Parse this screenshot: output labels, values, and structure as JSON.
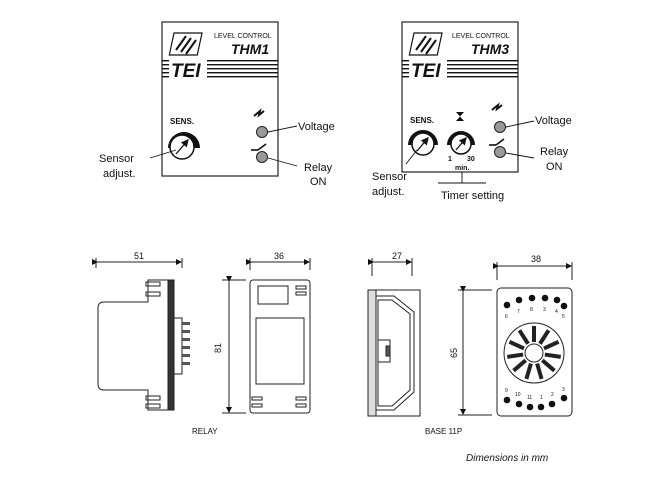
{
  "thm1": {
    "level_control": "LEVEL CONTROL",
    "model": "THM1",
    "brand": "TEI",
    "sens": "SENS.",
    "voltage": "Voltage",
    "relay_on": [
      "Relay",
      "ON"
    ],
    "sensor_adjust": [
      "Sensor",
      "adjust."
    ]
  },
  "thm3": {
    "level_control": "LEVEL CONTROL",
    "model": "THM3",
    "brand": "TEI",
    "sens": "SENS.",
    "timer_min": "1",
    "timer_max": "30",
    "timer_unit": "min.",
    "voltage": "Voltage",
    "relay_on": [
      "Relay",
      "ON"
    ],
    "sensor_adjust": [
      "Sensor",
      "adjust."
    ],
    "timer_setting": "Timer setting"
  },
  "relay_drawing": {
    "dim_width": "51",
    "dim_depth": "36",
    "dim_height": "81",
    "label": "RELAY"
  },
  "base_drawing": {
    "dim_width": "27",
    "dim_depth": "38",
    "dim_height": "65",
    "label": "BASE 11P",
    "pins_top": [
      "6",
      "7",
      "8",
      "3",
      "4",
      "5"
    ],
    "pins_bottom": [
      "9",
      "10",
      "11",
      "1",
      "2",
      "3"
    ]
  },
  "footer": {
    "note": "Dimensions in mm"
  }
}
